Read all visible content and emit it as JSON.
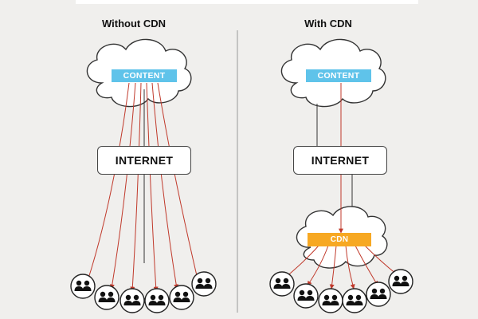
{
  "left_panel": {
    "title": "Without CDN",
    "content_label": "CONTENT",
    "internet_label": "INTERNET",
    "user_count": 6
  },
  "right_panel": {
    "title": "With CDN",
    "content_label": "CONTENT",
    "internet_label": "INTERNET",
    "cdn_label": "CDN",
    "user_count": 6
  },
  "colors": {
    "background": "#f0efed",
    "content_label": "#5fc3ea",
    "cdn_label": "#f7a823",
    "arrow": "#c0392b",
    "outline": "#333333"
  },
  "icons": [
    "cloud-icon",
    "user-group-icon",
    "arrow-icon"
  ]
}
